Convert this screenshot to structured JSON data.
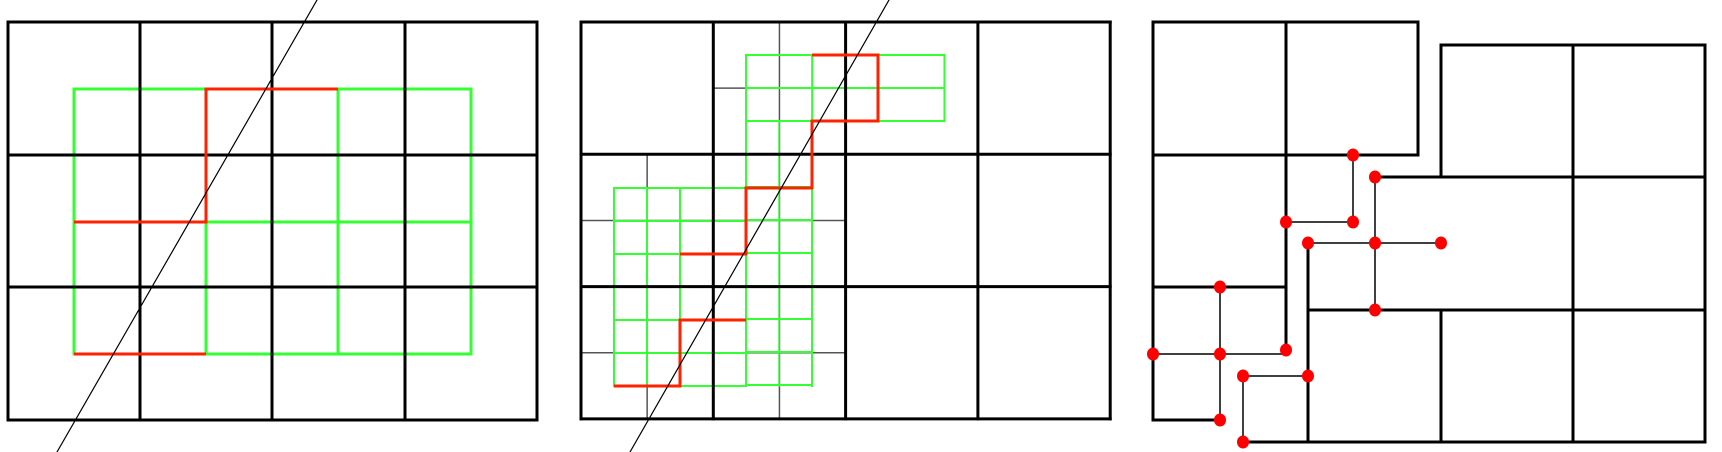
{
  "panels": [
    {
      "id": "panel-uniform-grid"
    },
    {
      "id": "panel-refined-grid"
    },
    {
      "id": "panel-offset-grid"
    }
  ],
  "colors": {
    "background": "#ffffff",
    "coarse_grid": "#000000",
    "fine_grid": "#555555",
    "dual_grid": "#33ff33",
    "interface_path": "#ff2200",
    "node": "#ff0000",
    "cut_line": "#000000"
  }
}
